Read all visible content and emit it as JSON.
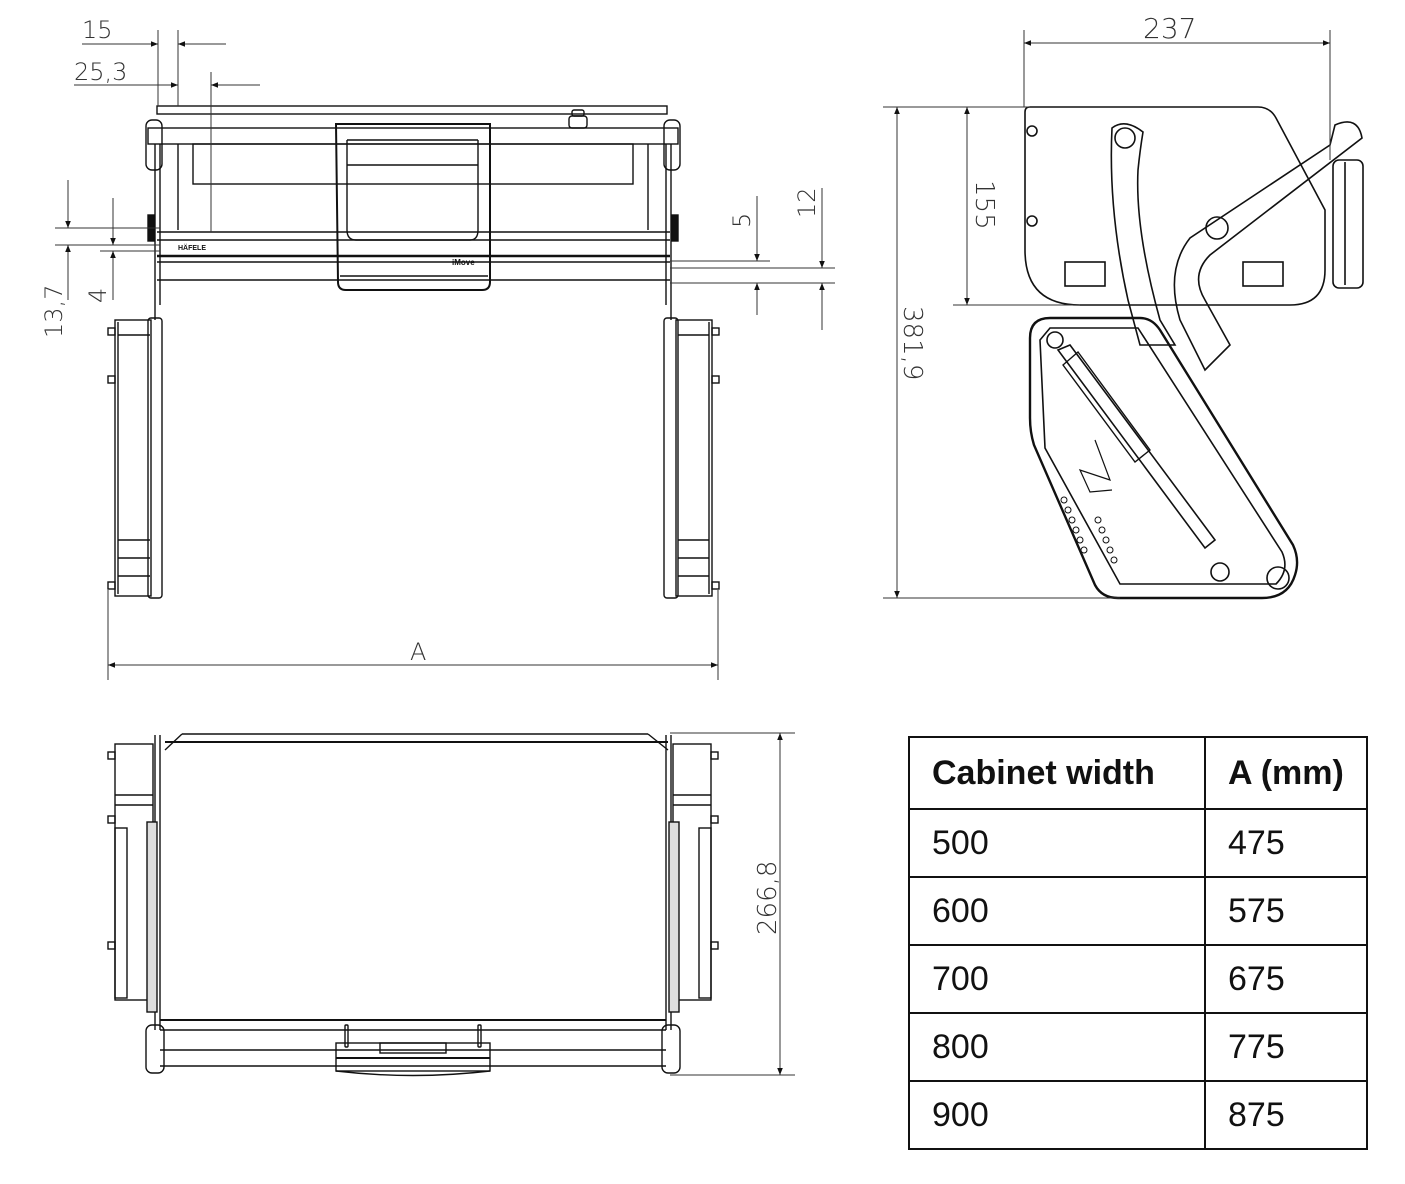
{
  "drawing": {
    "front_view": {
      "dimensions": {
        "offset_small": "15",
        "offset_large": "25,3",
        "height_left_large": "13,7",
        "height_left_small": "4",
        "height_right_small": "5",
        "height_right_large": "12",
        "overall_width": "A"
      },
      "labels": {
        "brand": "HÄFELE",
        "handle": "iMove"
      }
    },
    "side_view": {
      "dimensions": {
        "depth": "237",
        "upper_height": "155",
        "total_height": "381,9"
      }
    },
    "top_view": {
      "dimensions": {
        "depth": "266,8"
      }
    }
  },
  "table": {
    "headers": [
      "Cabinet width",
      "A (mm)"
    ],
    "rows": [
      [
        "500",
        "475"
      ],
      [
        "600",
        "575"
      ],
      [
        "700",
        "675"
      ],
      [
        "800",
        "775"
      ],
      [
        "900",
        "875"
      ]
    ]
  },
  "colors": {
    "line": "#111111",
    "dimension": "#333333",
    "background": "#ffffff"
  }
}
